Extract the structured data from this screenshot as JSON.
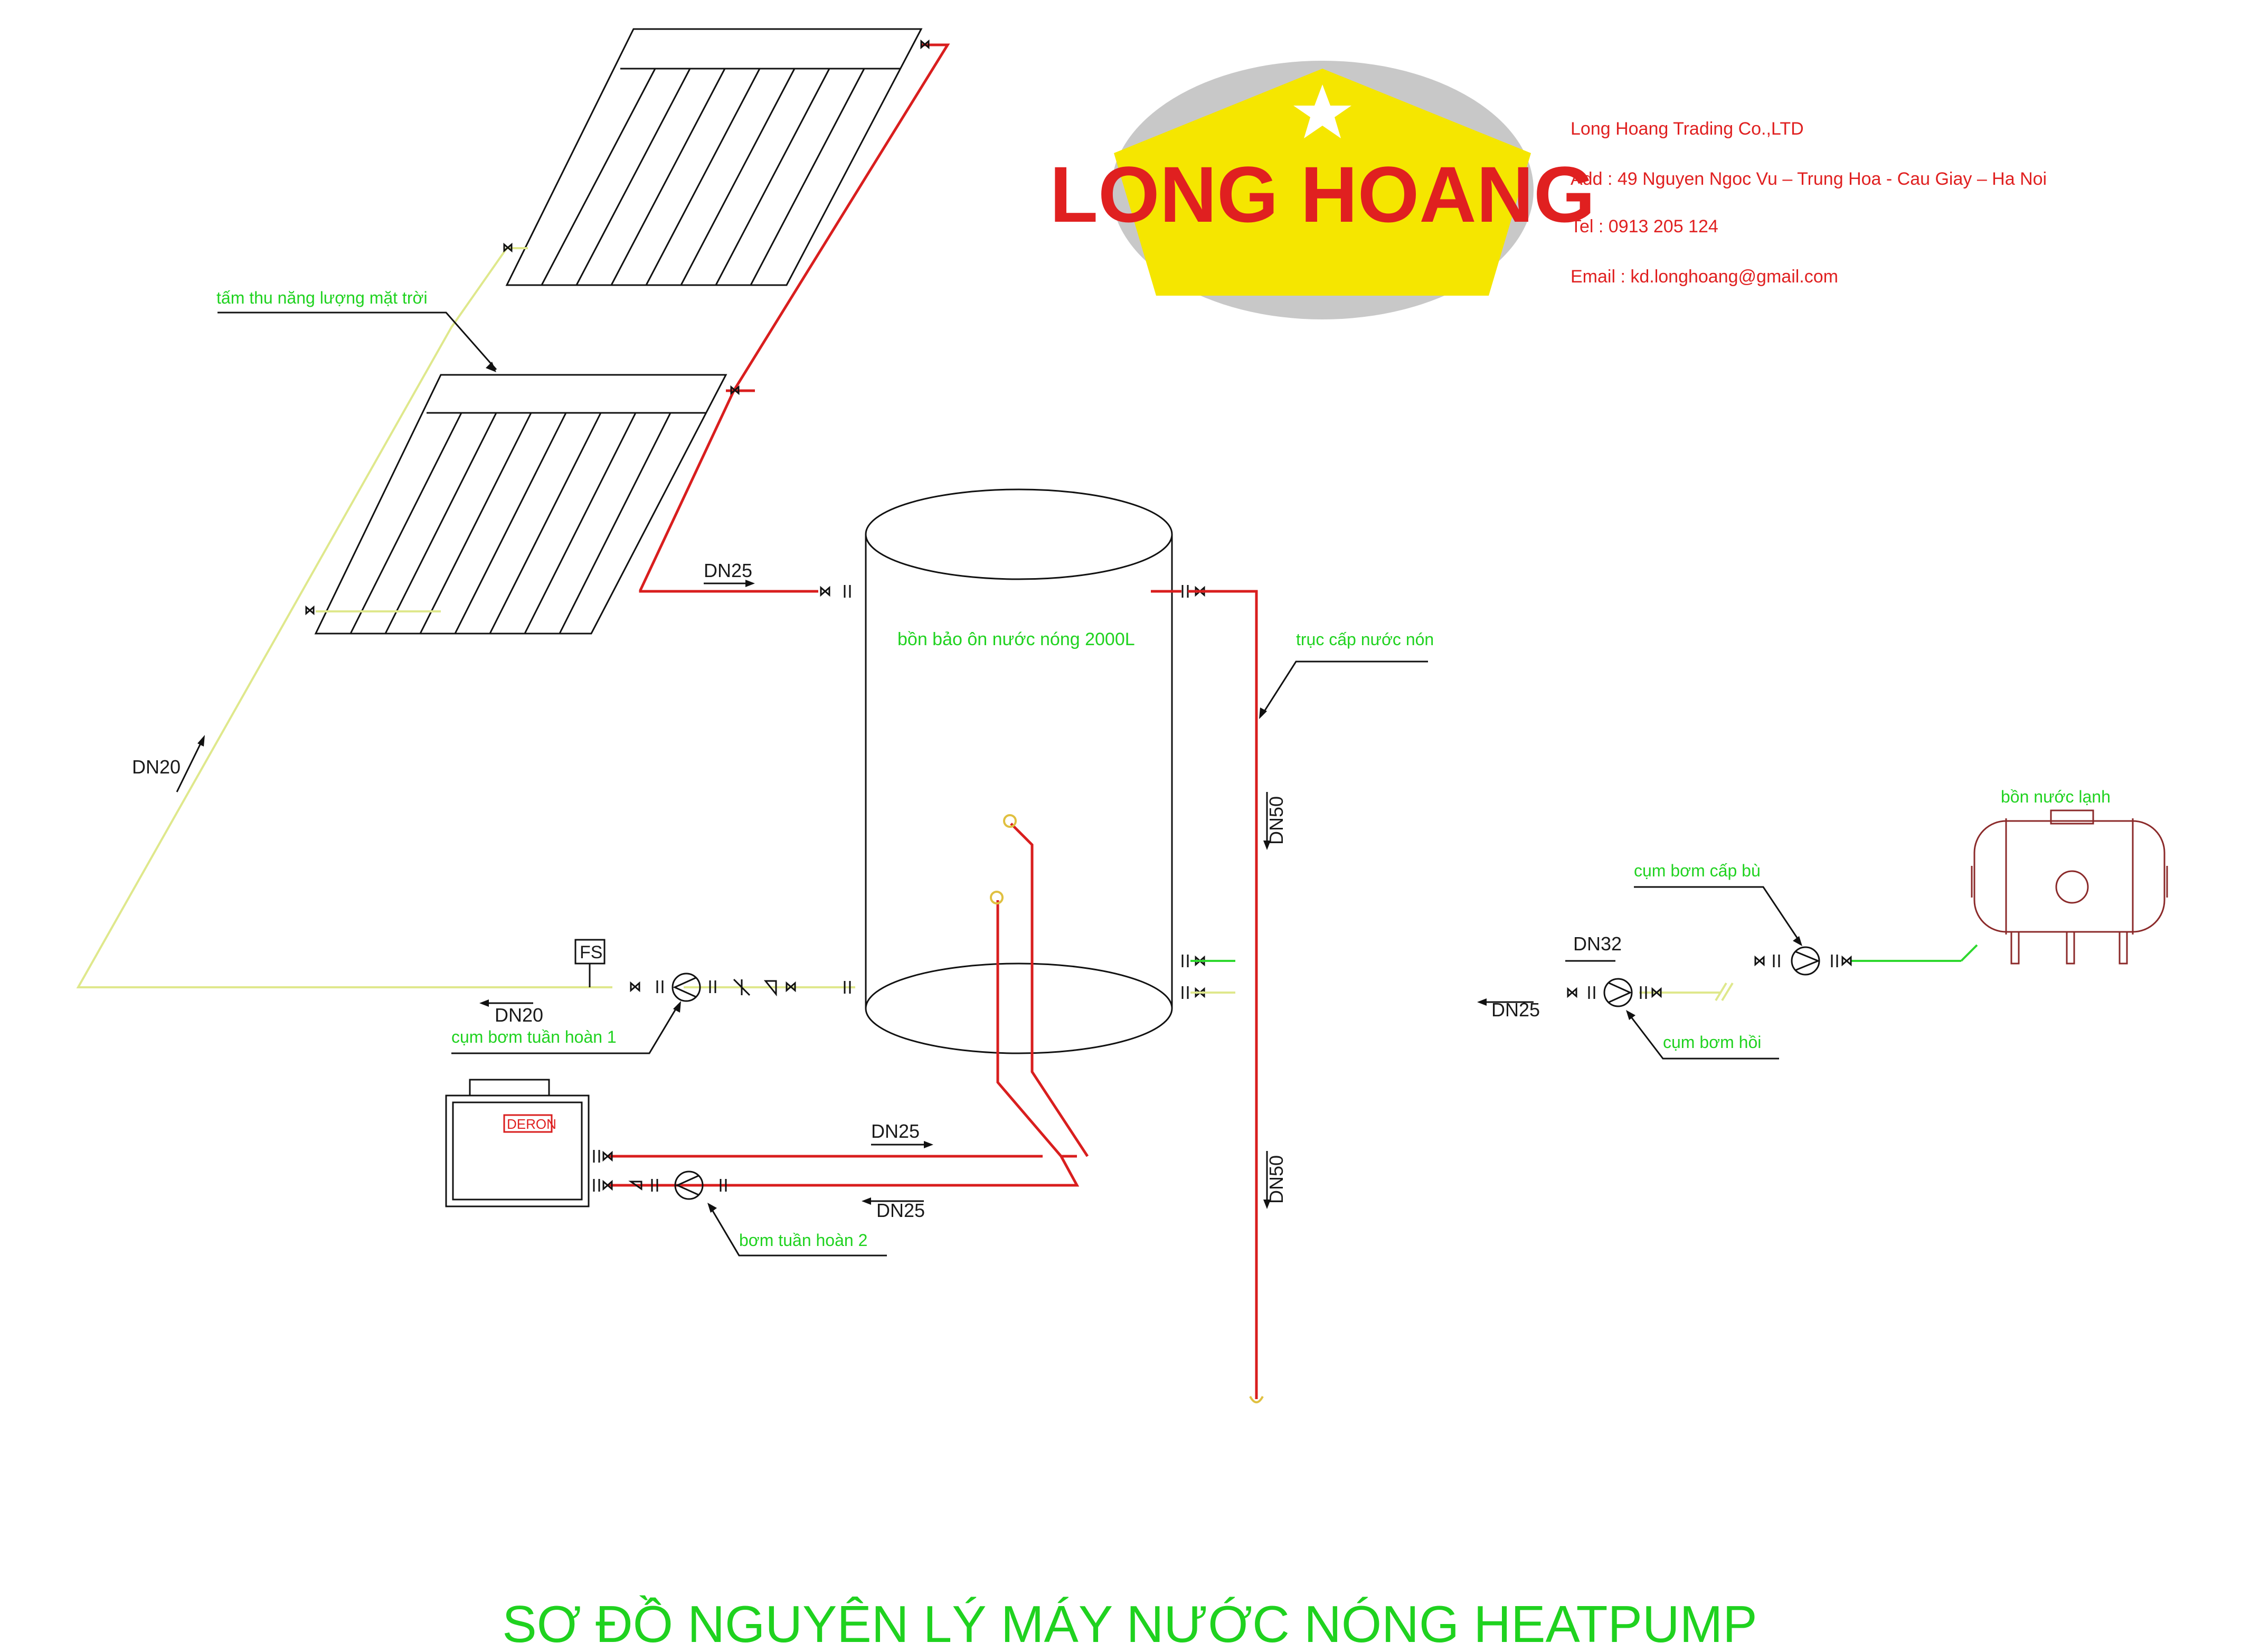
{
  "title": "SƠ ĐỒ NGUYÊN LÝ MÁY NƯỚC NÓNG HEATPUMP",
  "logo": {
    "text": "LONG HOANG",
    "colors": {
      "shape": "#f5e600",
      "text": "#c81414",
      "oval": "#c8c8c8"
    }
  },
  "company": {
    "name": "Long Hoang Trading Co.,LTD",
    "address": "Add : 49 Nguyen Ngoc Vu – Trung Hoa - Cau Giay – Ha Noi",
    "tel": "Tel : 0913 205 124",
    "email": "Email : kd.longhoang@gmail.com"
  },
  "labels": {
    "solar_collector": "tấm thu năng lượng mặt trời",
    "tank": "bồn bảo ôn nước nóng 2000L",
    "hot_riser": "trục cấp nước nón",
    "cold_tank": "bồn nước lạnh",
    "makeup_pump": "cụm bơm cấp bù",
    "return_pump": "cụm bơm hồi",
    "circ_pump_1": "cụm bơm tuần hoàn 1",
    "circ_pump_2": "bơm tuần hoàn 2",
    "flow_switch": "FS",
    "heatpump_brand": "DERON"
  },
  "pipe_sizes": {
    "solar_supply": "DN25",
    "solar_return_diag": "DN20",
    "solar_return_horiz": "DN20",
    "riser_upper": "DN50",
    "riser_lower": "DN50",
    "makeup_line": "DN32",
    "return_line": "DN25",
    "hp_supply": "DN25",
    "hp_return": "DN25"
  },
  "colors": {
    "hot_pipe": "#d91e1e",
    "cold_pipe": "#2ed82e",
    "solar_return_pipe": "#dfe88c",
    "label_text": "#1fd21f",
    "company_text": "#e02020"
  }
}
